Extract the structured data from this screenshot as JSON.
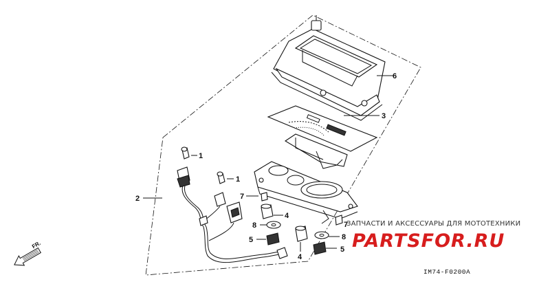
{
  "callouts": {
    "c1a": "1",
    "c1b": "1",
    "c2": "2",
    "c3": "3",
    "c4a": "4",
    "c4b": "4",
    "c5a": "5",
    "c5b": "5",
    "c6": "6",
    "c7a": "7",
    "c7b": "7",
    "c8a": "8",
    "c8b": "8"
  },
  "direction_label": "FR.",
  "watermark": {
    "top_text": "ЗАПЧАСТИ И АКСЕССУАРЫ ДЛЯ МОТОТЕХНИКИ",
    "brand": "PARTSFOR.RU",
    "color": "#d71d1d"
  },
  "diagram_code": "IM74-F0200A"
}
